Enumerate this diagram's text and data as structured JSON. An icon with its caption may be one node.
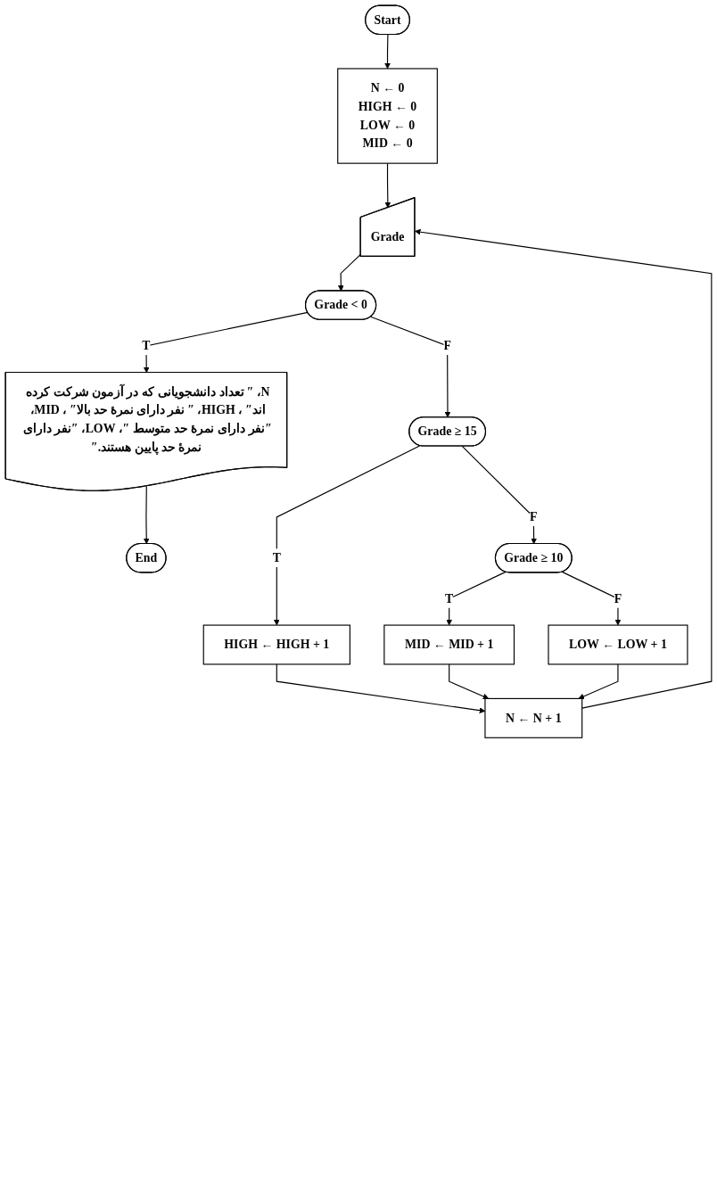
{
  "diagram": {
    "nodes": [
      {
        "text": [
          "Start"
        ]
      },
      {
        "text": [
          "N ← 0",
          "HIGH ← 0",
          "LOW ← 0",
          "MID  ← 0"
        ]
      },
      {
        "text": [
          "Grade"
        ]
      },
      {
        "text": [
          "Grade < 0"
        ]
      },
      {
        "text": [
          "Grade ≥ 15"
        ]
      },
      {
        "text": [
          "HIGH ← HIGH + 1"
        ]
      },
      {
        "text": [
          "Grade ≥ 10"
        ]
      },
      {
        "text": [
          "MID ← MID + 1"
        ]
      },
      {
        "text": [
          "LOW ← LOW + 1"
        ]
      },
      {
        "text": [
          "N ← N + 1"
        ]
      },
      {
        "text": [
          "N، ″ تعداد دانشجویانی که در آزمون شرکت کرده اند″ ، HIGH، ″ نفر دارای نمرهٔ حد بالا″ ، MID، ″نفر دارای نمرهٔ حد متوسط ″، LOW، ″نفر دارای نمرهٔ حد پایین هستند.″"
        ]
      },
      {
        "text": [
          "End"
        ]
      }
    ],
    "edges": [
      {
        "from": 0,
        "to": 1,
        "arrow": "to"
      },
      {
        "from": 1,
        "to": 2,
        "arrow": "to"
      },
      {
        "from": 2,
        "to": 3,
        "arrow": "to"
      },
      {
        "from": 3,
        "to": 10,
        "label": "T",
        "arrow": "to"
      },
      {
        "from": 3,
        "to": 4,
        "label": "F",
        "arrow": "to"
      },
      {
        "from": 4,
        "to": 5,
        "label": "T",
        "arrow": "to"
      },
      {
        "from": 4,
        "to": 6,
        "label": "F",
        "arrow": "to"
      },
      {
        "from": 6,
        "to": 7,
        "label": "T",
        "arrow": "to"
      },
      {
        "from": 6,
        "to": 8,
        "label": "F",
        "arrow": "to"
      },
      {
        "from": 5,
        "to": 9,
        "arrow": "to"
      },
      {
        "from": 7,
        "to": 9,
        "arrow": "to"
      },
      {
        "from": 8,
        "to": 9,
        "arrow": "to"
      },
      {
        "from": 9,
        "to": 2,
        "arrow": "to"
      },
      {
        "from": 10,
        "to": 11,
        "arrow": "to"
      }
    ]
  }
}
